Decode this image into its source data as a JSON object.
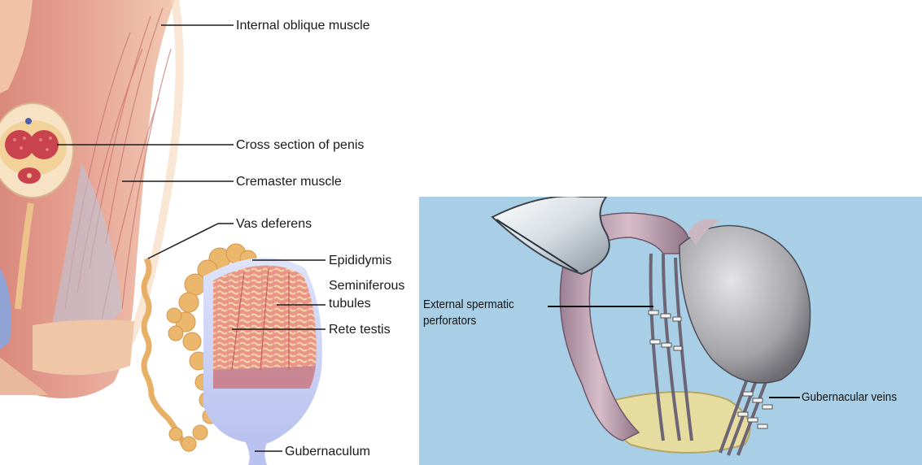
{
  "left_diagram": {
    "labels": {
      "internal_oblique": "Internal oblique muscle",
      "cross_section_penis": "Cross section of penis",
      "cremaster": "Cremaster muscle",
      "vas_deferens": "Vas deferens",
      "epididymis": "Epididymis",
      "seminiferous_line1": "Seminiferous",
      "seminiferous_line2": "tubules",
      "rete_testis": "Rete testis",
      "gubernaculum": "Gubernaculum"
    }
  },
  "right_diagram": {
    "labels": {
      "external_line1": "External spermatic",
      "external_line2": "perforators",
      "gubernacular_veins": "Gubernacular veins"
    },
    "background_color": "#a9cfe6"
  }
}
